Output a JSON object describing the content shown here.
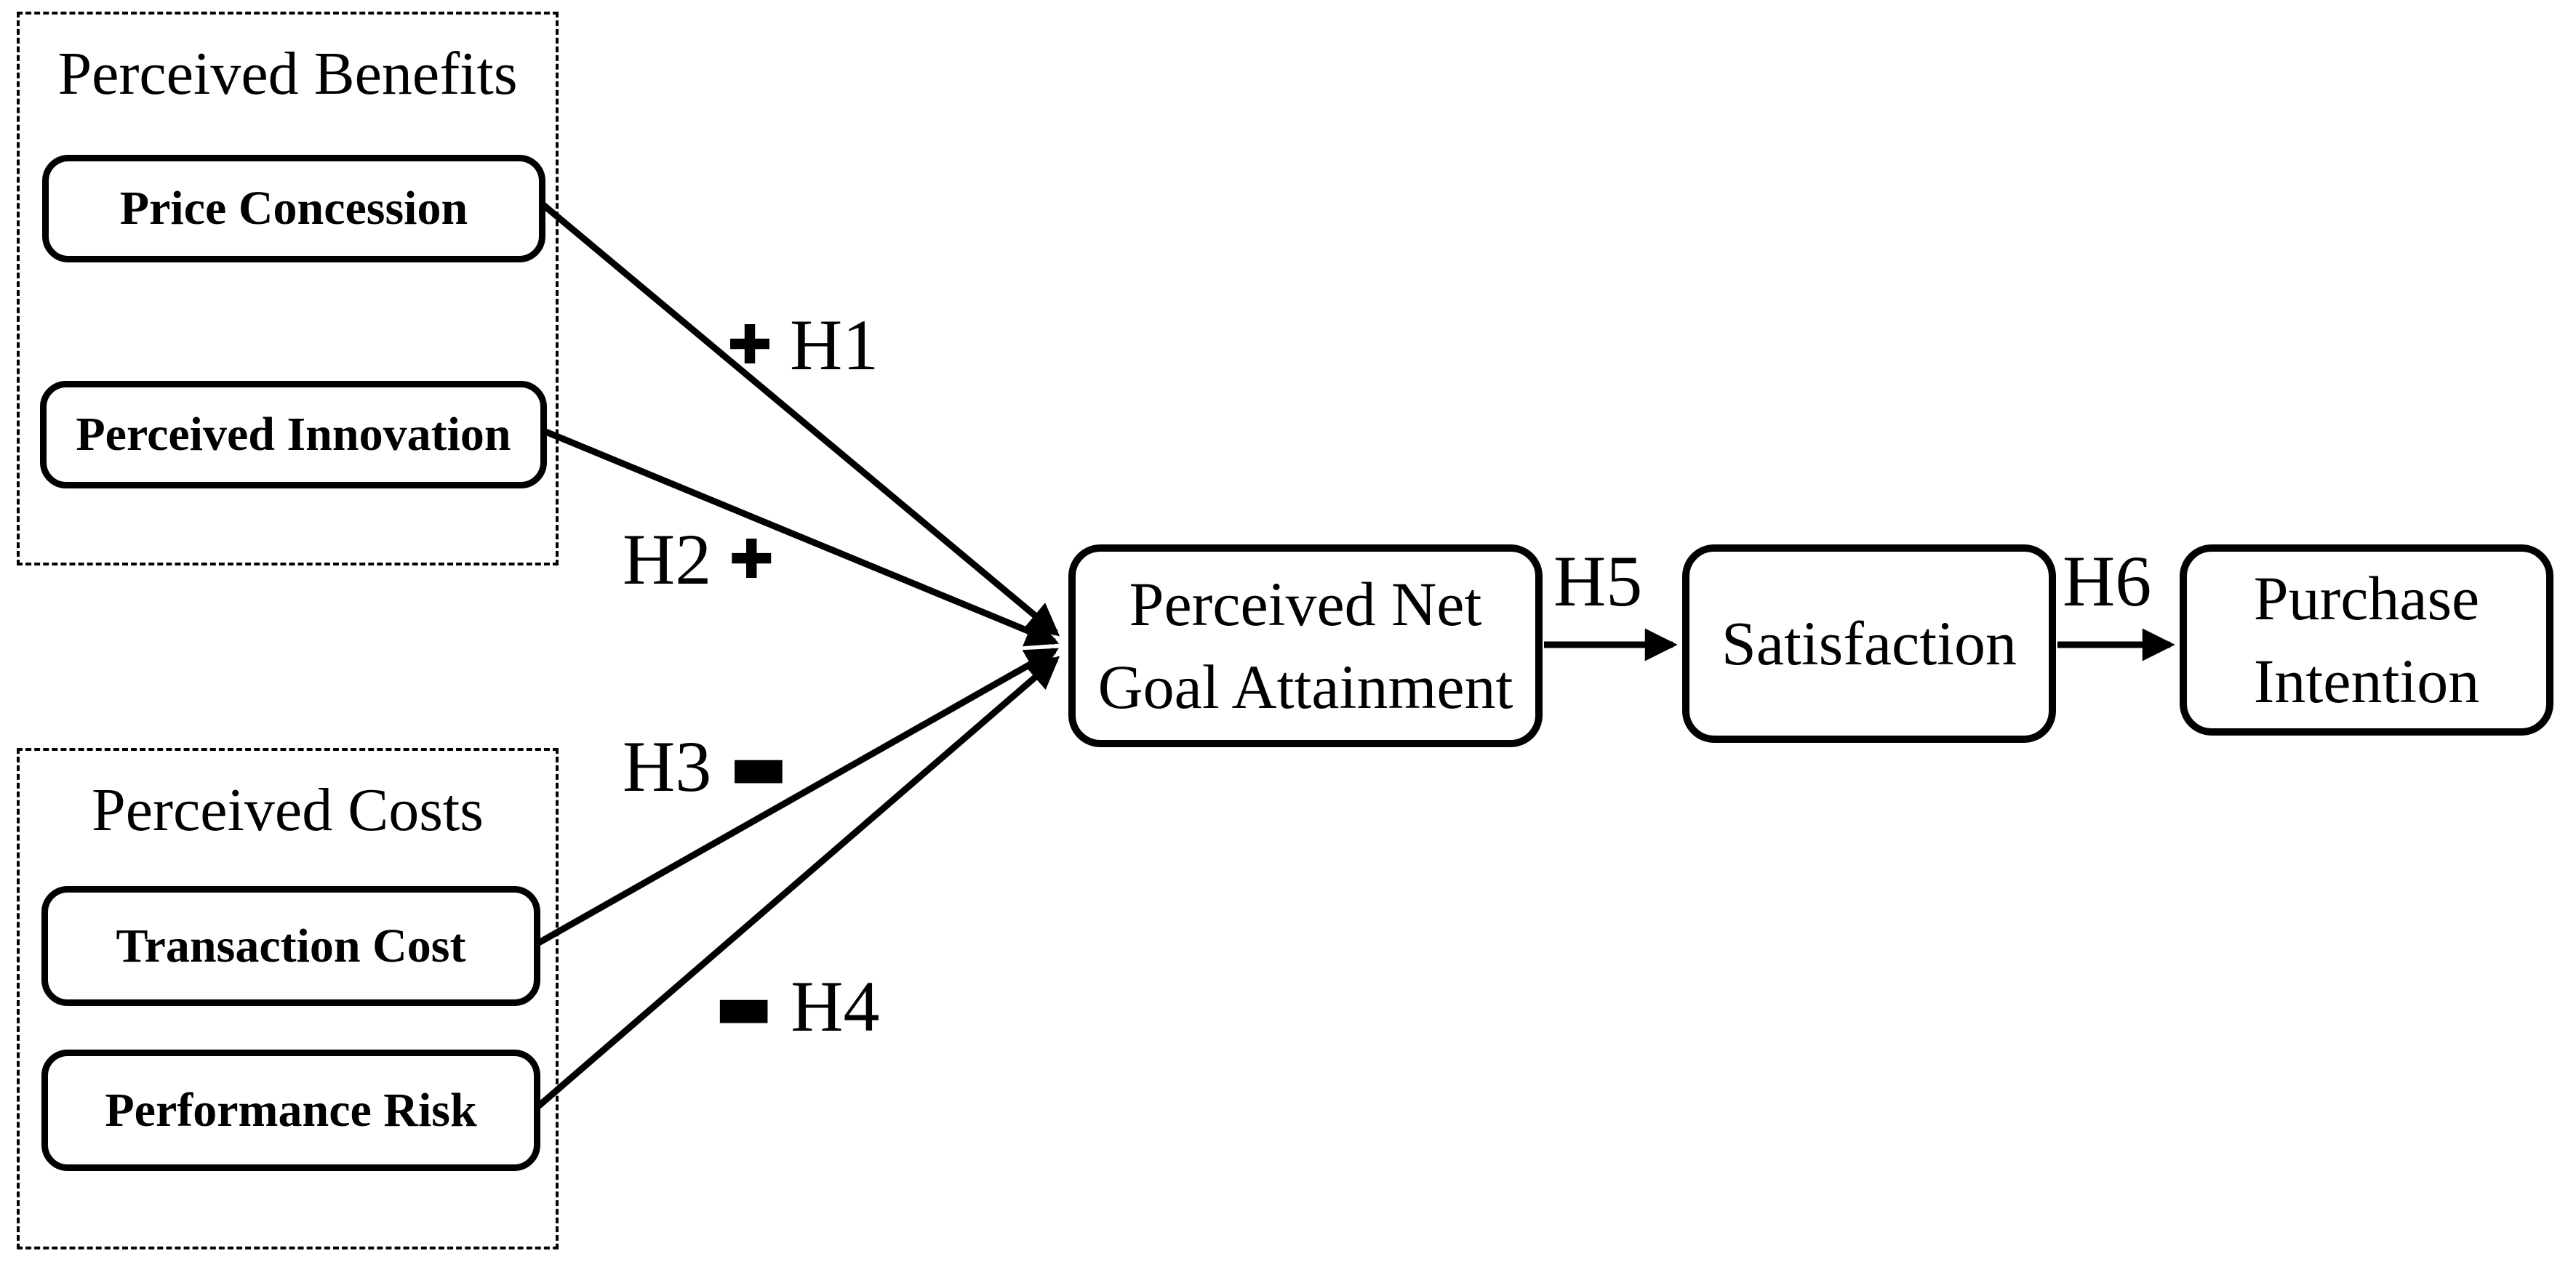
{
  "colors": {
    "ink": "#000000",
    "background": "#ffffff"
  },
  "groups": {
    "benefits": {
      "title": "Perceived Benefits",
      "items": {
        "price_concession": "Price Concession",
        "perceived_innovation": "Perceived Innovation"
      }
    },
    "costs": {
      "title": "Perceived Costs",
      "items": {
        "transaction_cost": "Transaction Cost",
        "performance_risk": "Performance Risk"
      }
    }
  },
  "nodes": {
    "goal_attainment": {
      "line1": "Perceived Net",
      "line2": "Goal Attainment"
    },
    "satisfaction": {
      "label": "Satisfaction"
    },
    "purchase_intention": {
      "line1": "Purchase",
      "line2": "Intention"
    }
  },
  "hypotheses": {
    "h1": {
      "label": "H1",
      "sign": "✚"
    },
    "h2": {
      "label": "H2",
      "sign": "✚"
    },
    "h3": {
      "label": "H3",
      "sign": "▬"
    },
    "h4": {
      "label": "H4",
      "sign": "▬"
    },
    "h5": {
      "label": "H5"
    },
    "h6": {
      "label": "H6"
    }
  }
}
